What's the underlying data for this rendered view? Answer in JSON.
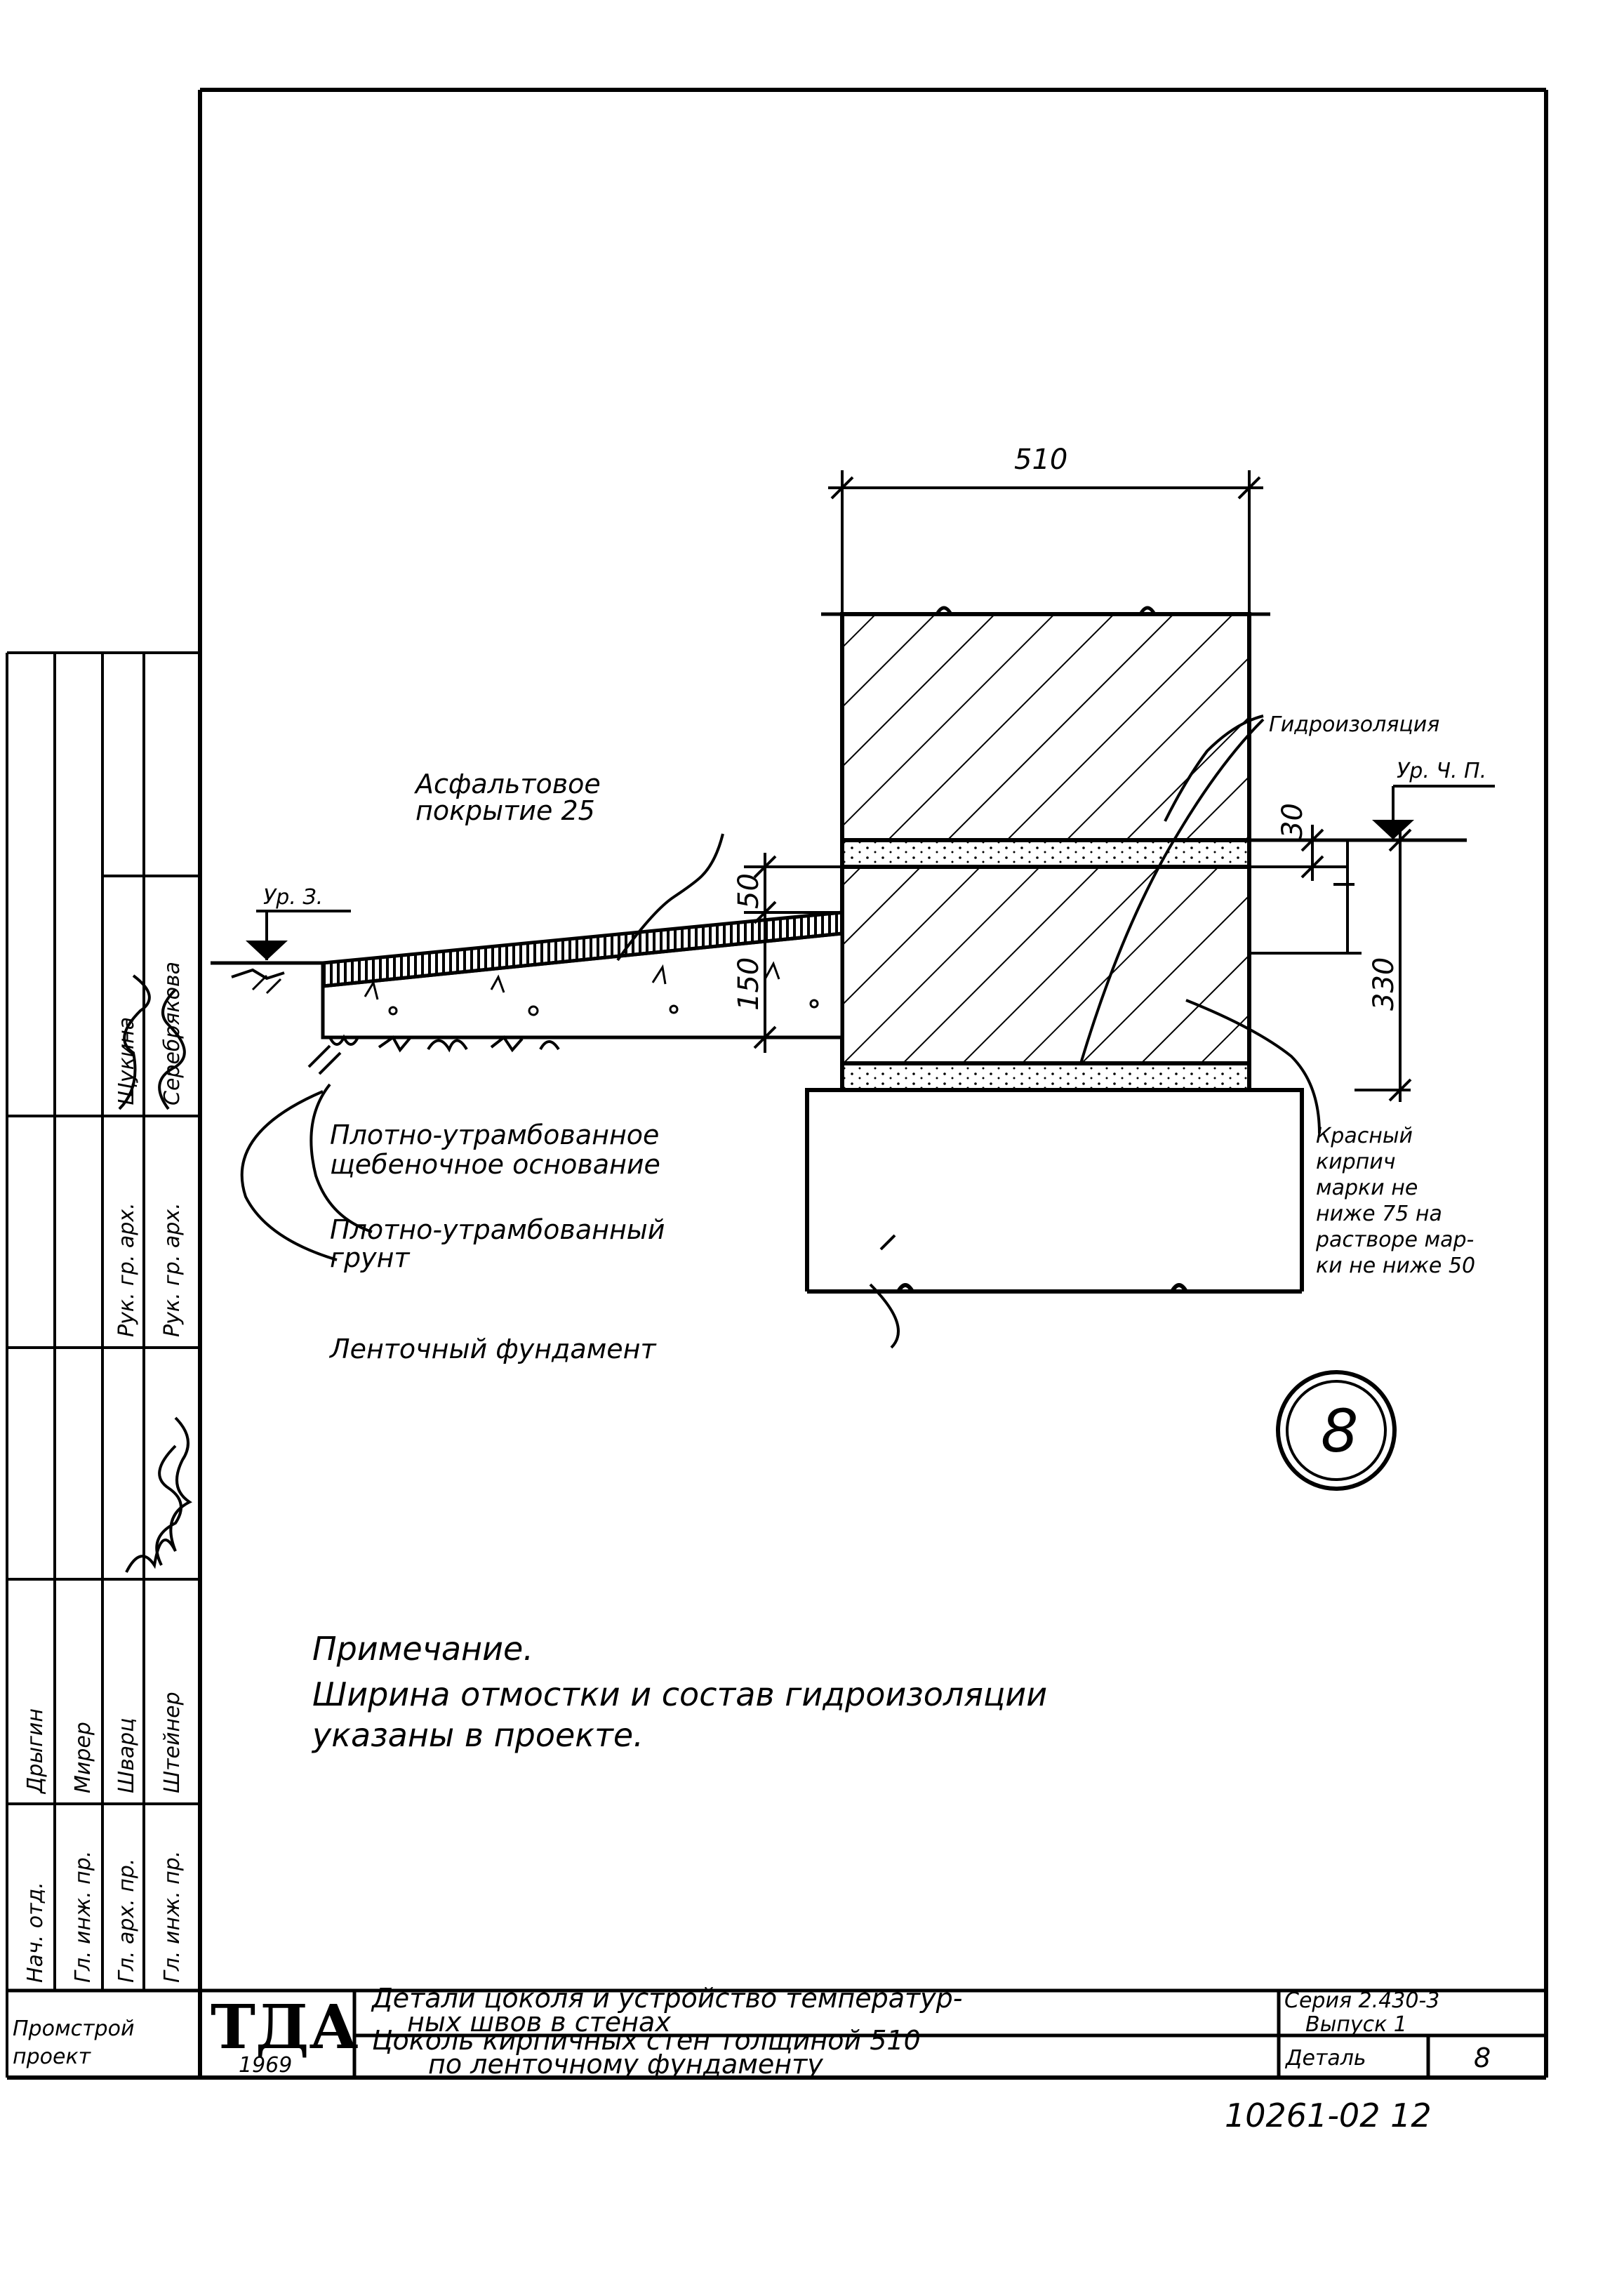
{
  "labels": {
    "asphalt": [
      "Асфальтовое",
      "покрытие 25"
    ],
    "waterproofing": "Гидроизоляция",
    "level_ground": "Ур. З.",
    "level_floor": "Ур. Ч. П.",
    "crushed_stone": [
      "Плотно-утрамбованное",
      "щебеночное основание"
    ],
    "soil": [
      "Плотно-утрамбованный",
      "грунт"
    ],
    "foundation": "Ленточный фундамент",
    "brick": [
      "Красный",
      "кирпич",
      "марки не",
      "ниже 75 на",
      "растворе мар-",
      "ки не ниже 50"
    ]
  },
  "dimensions": {
    "wall_width": "510",
    "asphalt_thickness": "50",
    "base_thickness": "150",
    "plinth_height": "330",
    "wp_gap": "30"
  },
  "detail_number": "8",
  "note": {
    "title": "Примечание.",
    "lines": [
      "Ширина отмостки и состав гидроизоляции",
      "указаны в проекте."
    ]
  },
  "title_block": {
    "logo": "ТДА",
    "year": "1969",
    "org": [
      "Промстрой",
      "проект"
    ],
    "title_main": [
      "Детали цоколя и устройство температур-",
      "ных швов в стенах"
    ],
    "title_sub": [
      "Цоколь кирпичных стен толщиной 510",
      "по ленточному фундаменту"
    ],
    "series": "Серия 2.430-3",
    "issue": "Выпуск 1",
    "detail_label": "Деталь",
    "detail_value": "8"
  },
  "side_block": {
    "roles": [
      "Нач. отд.",
      "Гл. инж. пр.",
      "Гл. арх. пр.",
      "Гл. инж. пр.",
      "Рук. гр. арх.",
      "Рук. гр. арх."
    ],
    "names": [
      "Дрыгин",
      "Мирер",
      "Шварц",
      "Штейнер",
      "Щукина",
      "Серебрякова"
    ]
  },
  "sheet_code": "10261-02 12"
}
